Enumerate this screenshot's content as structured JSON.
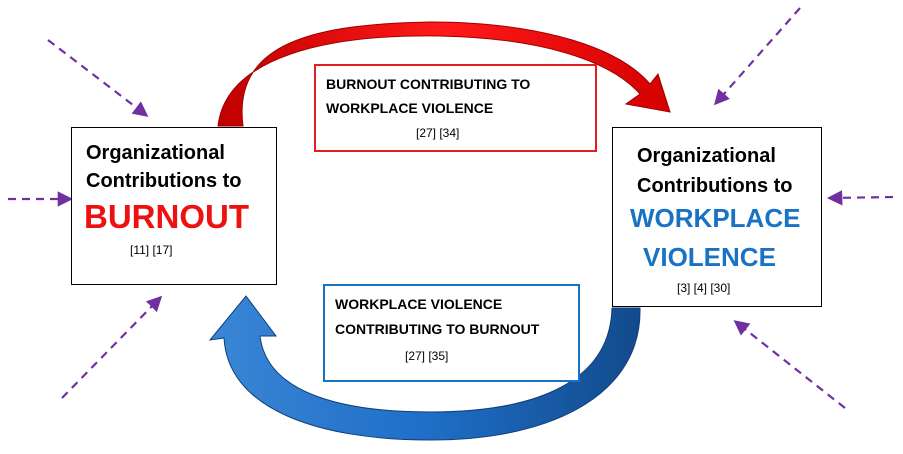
{
  "left_box": {
    "line1": "Organizational",
    "line2": "Contributions to",
    "keyword": "BURNOUT",
    "refs": "[11] [17]"
  },
  "right_box": {
    "line1": "Organizational",
    "line2": "Contributions to",
    "keyword_line1": "WORKPLACE",
    "keyword_line2": "VIOLENCE",
    "refs": "[3] [4] [30]"
  },
  "top_label": {
    "line1": "BURNOUT CONTRIBUTING TO",
    "line2": "WORKPLACE VIOLENCE",
    "refs": "[27] [34]"
  },
  "bottom_label": {
    "line1": "WORKPLACE VIOLENCE",
    "line2": "CONTRIBUTING TO BURNOUT",
    "refs": "[27] [35]"
  },
  "colors": {
    "burnout_red": "#ee1111",
    "violence_blue": "#1a72c4",
    "arrow_red": "#dd1111",
    "arrow_blue": "#1f5fb0",
    "dashed_arrow": "#7030a0"
  }
}
